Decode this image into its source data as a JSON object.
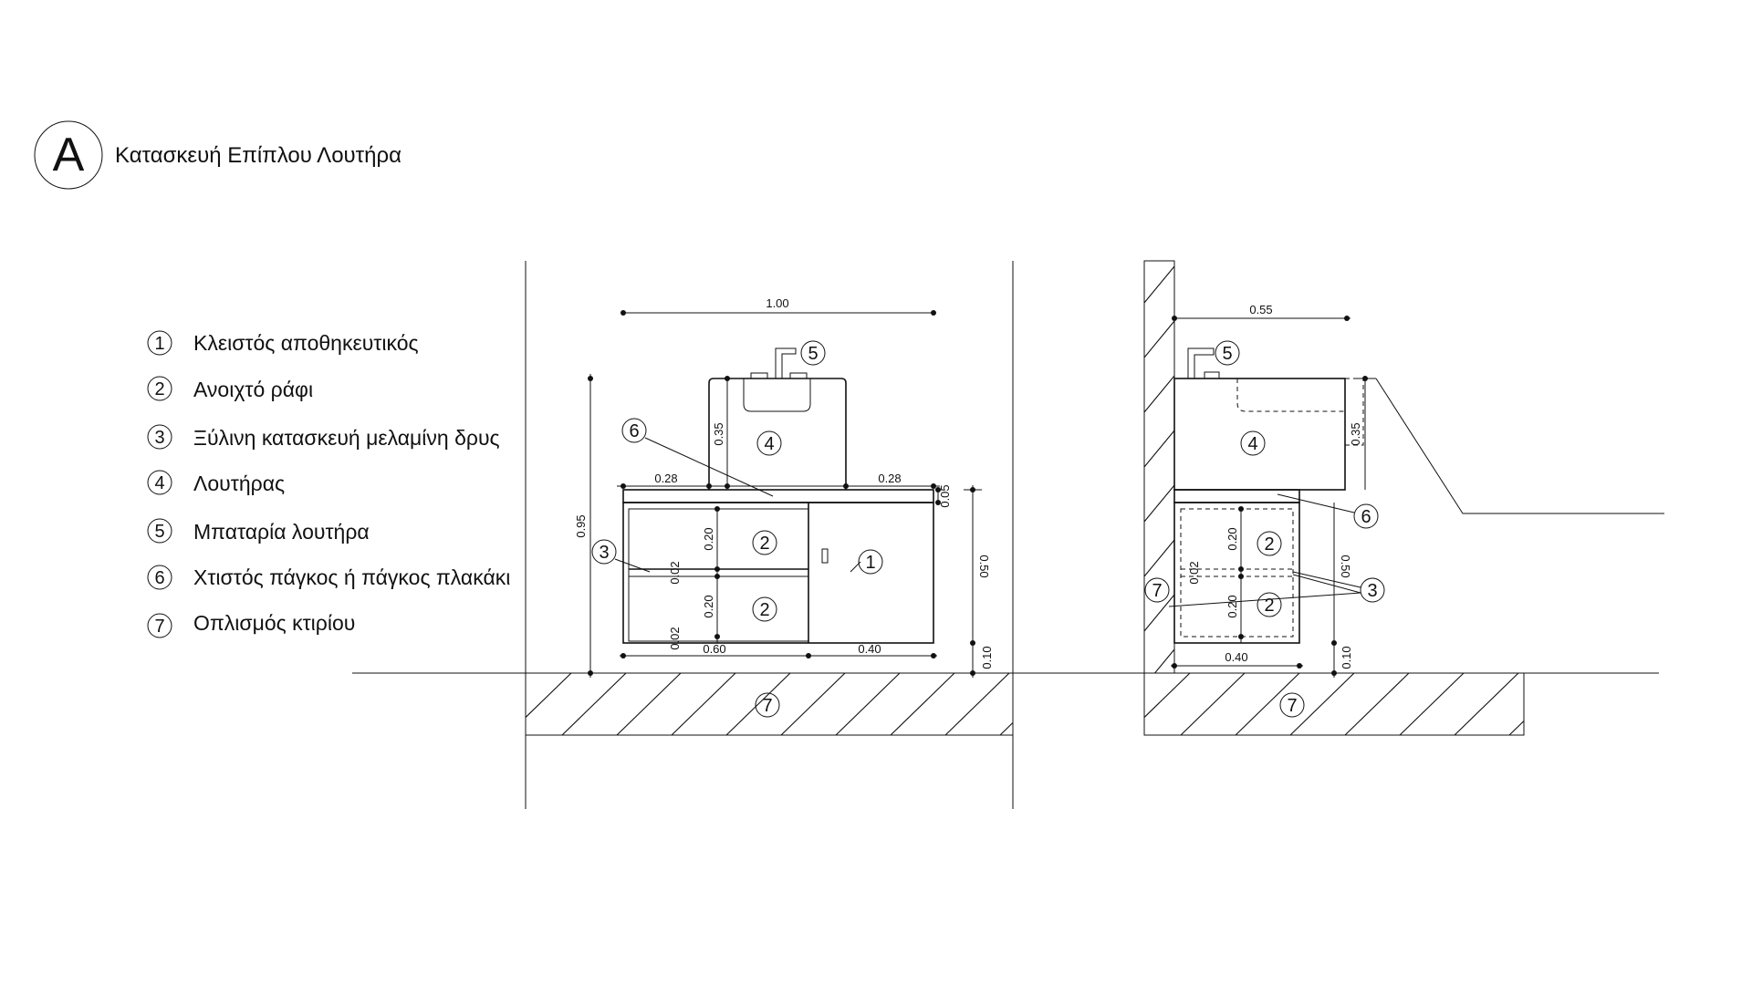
{
  "title": {
    "letter": "A",
    "text": "Κατασκευή Επίπλου Λουτήρα"
  },
  "legend": [
    {
      "num": "1",
      "label": "Κλειστός αποθηκευτικός"
    },
    {
      "num": "2",
      "label": "Ανοιχτό ράφι"
    },
    {
      "num": "3",
      "label": "Ξύλινη κατασκευή μελαμίνη δρυς"
    },
    {
      "num": "4",
      "label": "Λουτήρας"
    },
    {
      "num": "5",
      "label": "Μπαταρία λουτήρα"
    },
    {
      "num": "6",
      "label": "Χτιστός πάγκος ή πάγκος πλακάκι"
    },
    {
      "num": "7",
      "label": "Οπλισμός κτιρίου"
    }
  ],
  "front_view": {
    "dims": {
      "overall_width": "1.00",
      "left_offset": "0.28",
      "right_offset": "0.28",
      "top_thickness": "0.05",
      "cabinet_height": "0.50",
      "plinth_height": "0.10",
      "total_height": "0.95",
      "basin_height": "0.35",
      "shelf_upper": "0.20",
      "shelf_lower": "0.20",
      "board_mid": "0.02",
      "board_bottom": "0.02",
      "open_section_width": "0.60",
      "closed_section_width": "0.40"
    },
    "callouts": {
      "closed_storage": "1",
      "shelf_top": "2",
      "shelf_bottom": "2",
      "wood_frame": "3",
      "basin": "4",
      "faucet": "5",
      "countertop": "6",
      "structure": "7"
    }
  },
  "side_view": {
    "dims": {
      "depth": "0.55",
      "basin_height": "0.35",
      "cabinet_height": "0.50",
      "plinth_height": "0.10",
      "cabinet_depth": "0.40",
      "shelf_upper": "0.20",
      "shelf_lower": "0.20",
      "board_mid": "0.02"
    },
    "callouts": {
      "shelf_top": "2",
      "shelf_bottom": "2",
      "wood_frame": "3",
      "basin": "4",
      "faucet": "5",
      "countertop": "6",
      "wall": "7",
      "floor": "7"
    }
  }
}
